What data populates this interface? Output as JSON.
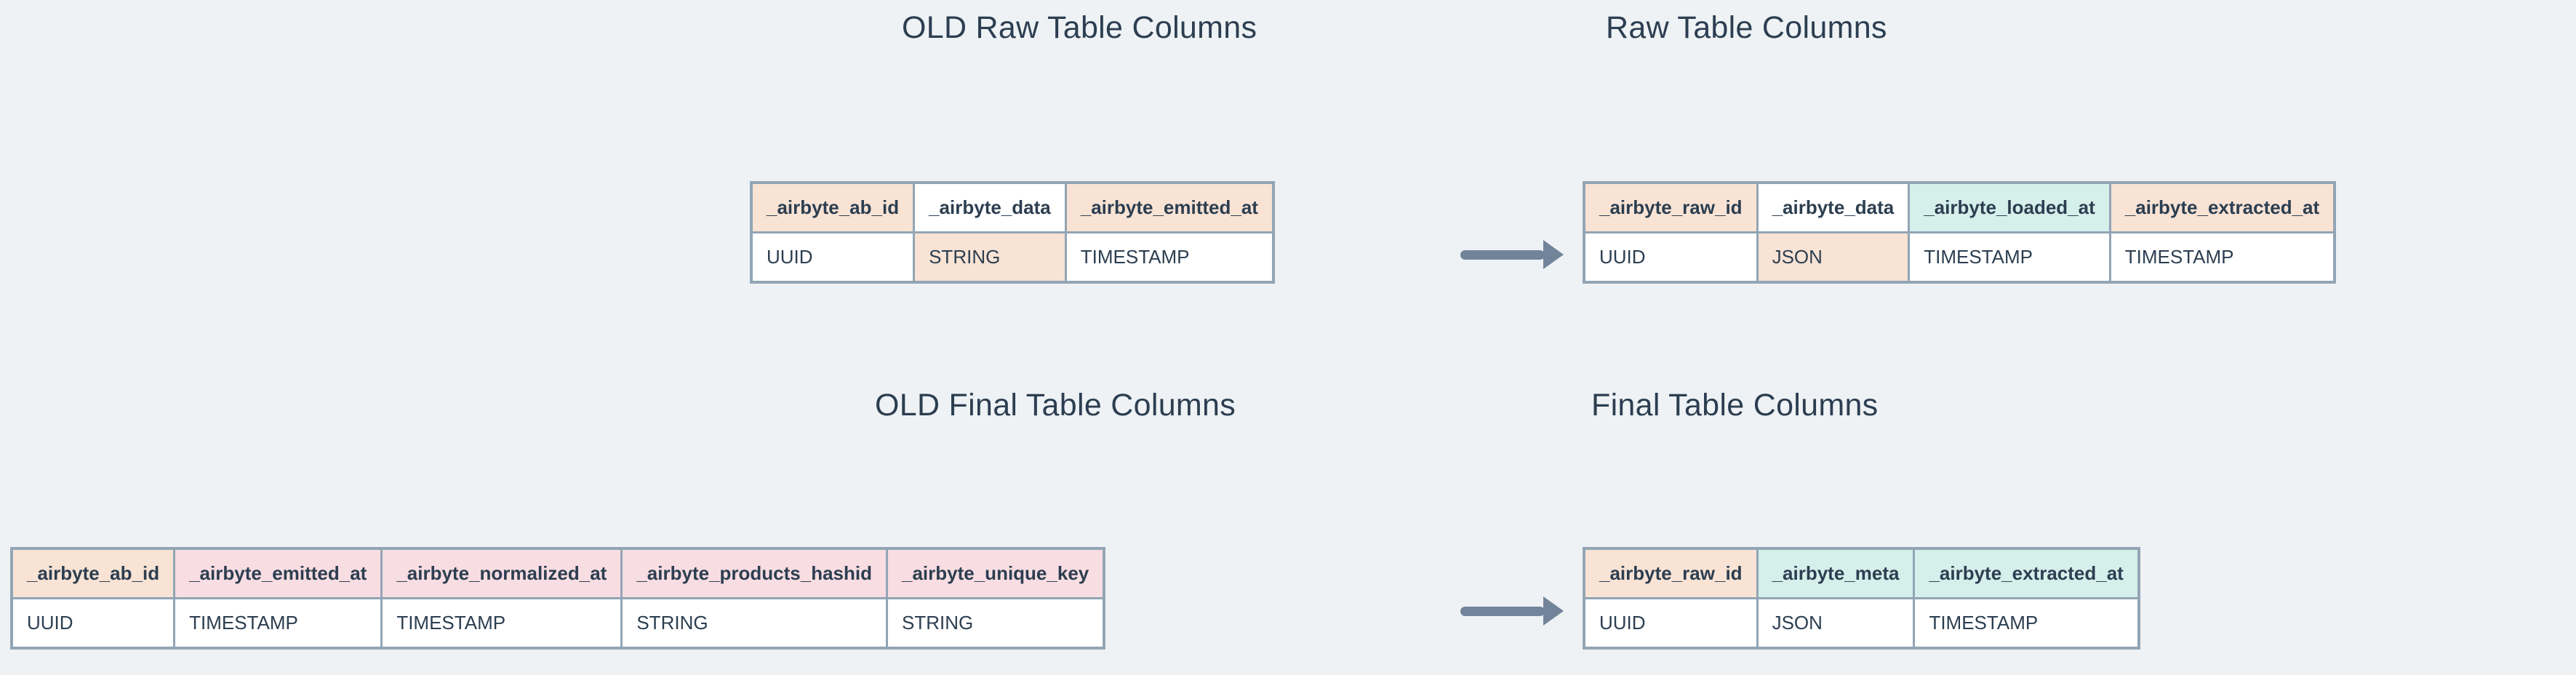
{
  "page": {
    "background_color": "#eef2f5",
    "text_color": "#2c3e50",
    "border_color": "#92a5b5",
    "arrow_color": "#72849a"
  },
  "palette": {
    "peach": "#f8e3d5",
    "teal": "#d5efeb",
    "pink": "#f8dde2",
    "white": "#ffffff"
  },
  "sections": {
    "old_raw_title": "OLD Raw Table Columns",
    "new_raw_title": "Raw Table Columns",
    "old_final_title": "OLD Final Table Columns",
    "new_final_title": "Final Table Columns"
  },
  "tables": {
    "old_raw": {
      "title": "OLD Raw Table Columns",
      "columns": [
        {
          "name": "_airbyte_ab_id",
          "type": "UUID",
          "header_fill": "peach",
          "type_fill": "white"
        },
        {
          "name": "_airbyte_data",
          "type": "STRING",
          "header_fill": "white",
          "type_fill": "peach"
        },
        {
          "name": "_airbyte_emitted_at",
          "type": "TIMESTAMP",
          "header_fill": "peach",
          "type_fill": "white"
        }
      ]
    },
    "new_raw": {
      "title": "Raw Table Columns",
      "columns": [
        {
          "name": "_airbyte_raw_id",
          "type": "UUID",
          "header_fill": "peach",
          "type_fill": "white"
        },
        {
          "name": "_airbyte_data",
          "type": "JSON",
          "header_fill": "white",
          "type_fill": "peach"
        },
        {
          "name": "_airbyte_loaded_at",
          "type": "TIMESTAMP",
          "header_fill": "teal",
          "type_fill": "white"
        },
        {
          "name": "_airbyte_extracted_at",
          "type": "TIMESTAMP",
          "header_fill": "peach",
          "type_fill": "white"
        }
      ]
    },
    "old_final": {
      "title": "OLD Final Table Columns",
      "columns": [
        {
          "name": "_airbyte_ab_id",
          "type": "UUID",
          "header_fill": "peach",
          "type_fill": "white"
        },
        {
          "name": "_airbyte_emitted_at",
          "type": "TIMESTAMP",
          "header_fill": "pink",
          "type_fill": "white"
        },
        {
          "name": "_airbyte_normalized_at",
          "type": "TIMESTAMP",
          "header_fill": "pink",
          "type_fill": "white"
        },
        {
          "name": "_airbyte_products_hashid",
          "type": "STRING",
          "header_fill": "pink",
          "type_fill": "white"
        },
        {
          "name": "_airbyte_unique_key",
          "type": "STRING",
          "header_fill": "pink",
          "type_fill": "white"
        }
      ]
    },
    "new_final": {
      "title": "Final Table Columns",
      "columns": [
        {
          "name": "_airbyte_raw_id",
          "type": "UUID",
          "header_fill": "peach",
          "type_fill": "white"
        },
        {
          "name": "_airbyte_meta",
          "type": "JSON",
          "header_fill": "teal",
          "type_fill": "white"
        },
        {
          "name": "_airbyte_extracted_at",
          "type": "TIMESTAMP",
          "header_fill": "teal",
          "type_fill": "white"
        }
      ]
    }
  },
  "arrows": {
    "raw_migration": "arrow-right-icon",
    "final_migration": "arrow-right-icon"
  }
}
